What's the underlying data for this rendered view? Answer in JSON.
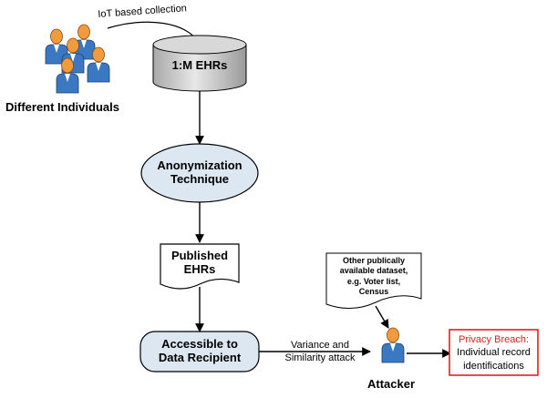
{
  "nodes": {
    "individuals_label": "Different Individuals",
    "iot_label": "IoT based collection",
    "ehrs_store": "1:M EHRs",
    "anon_line1": "Anonymization",
    "anon_line2": "Technique",
    "published_line1": "Published",
    "published_line2": "EHRs",
    "recipient_line1": "Accessible to",
    "recipient_line2": "Data Recipient",
    "attack_line1": "Variance and",
    "attack_line2": "Similarity attack",
    "attacker_label": "Attacker",
    "other_line1": "Other publically",
    "other_line2": "available dataset,",
    "other_line3": "e.g. Voter list,",
    "other_line4": "Census",
    "breach_title": "Privacy Breach:",
    "breach_line1": "Individual record",
    "breach_line2": "identifications"
  },
  "colors": {
    "node_fill": "#dde7f2",
    "store_fill": "#d9d9d9",
    "breach_red": "#e02020",
    "person_orange": "#f29a3e",
    "person_blue": "#3b78c2"
  }
}
